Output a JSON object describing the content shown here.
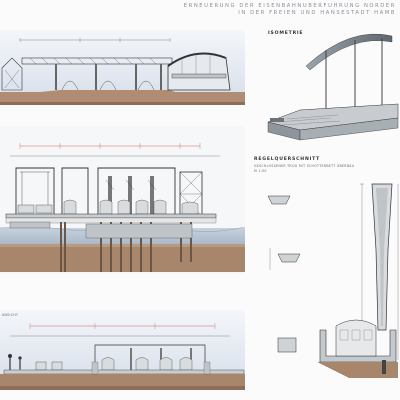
{
  "title": {
    "line1": "ERNEUERUNG DER EISENBAHNÜBERFÜHRUNG NORDER",
    "line2": "IN DER FREIEN UND HANSESTADT HAMB"
  },
  "panels": {
    "isometrie": "ISOMETRIE",
    "regelquerschnitt": "REGELQUERSCHNITT",
    "regel_sub": "GESCHLOSSENER TROG MIT SCHOTTERBETT ÜBERBAU",
    "regel_scale": "M 1:50",
    "lower_label": "ANSICHT"
  },
  "colors": {
    "sky": "#dde4ef",
    "ground": "#a8866c",
    "water": "#b9c7d6",
    "steel": "#808890",
    "concrete": "#cfd3d7",
    "dim": "#c0443a"
  }
}
